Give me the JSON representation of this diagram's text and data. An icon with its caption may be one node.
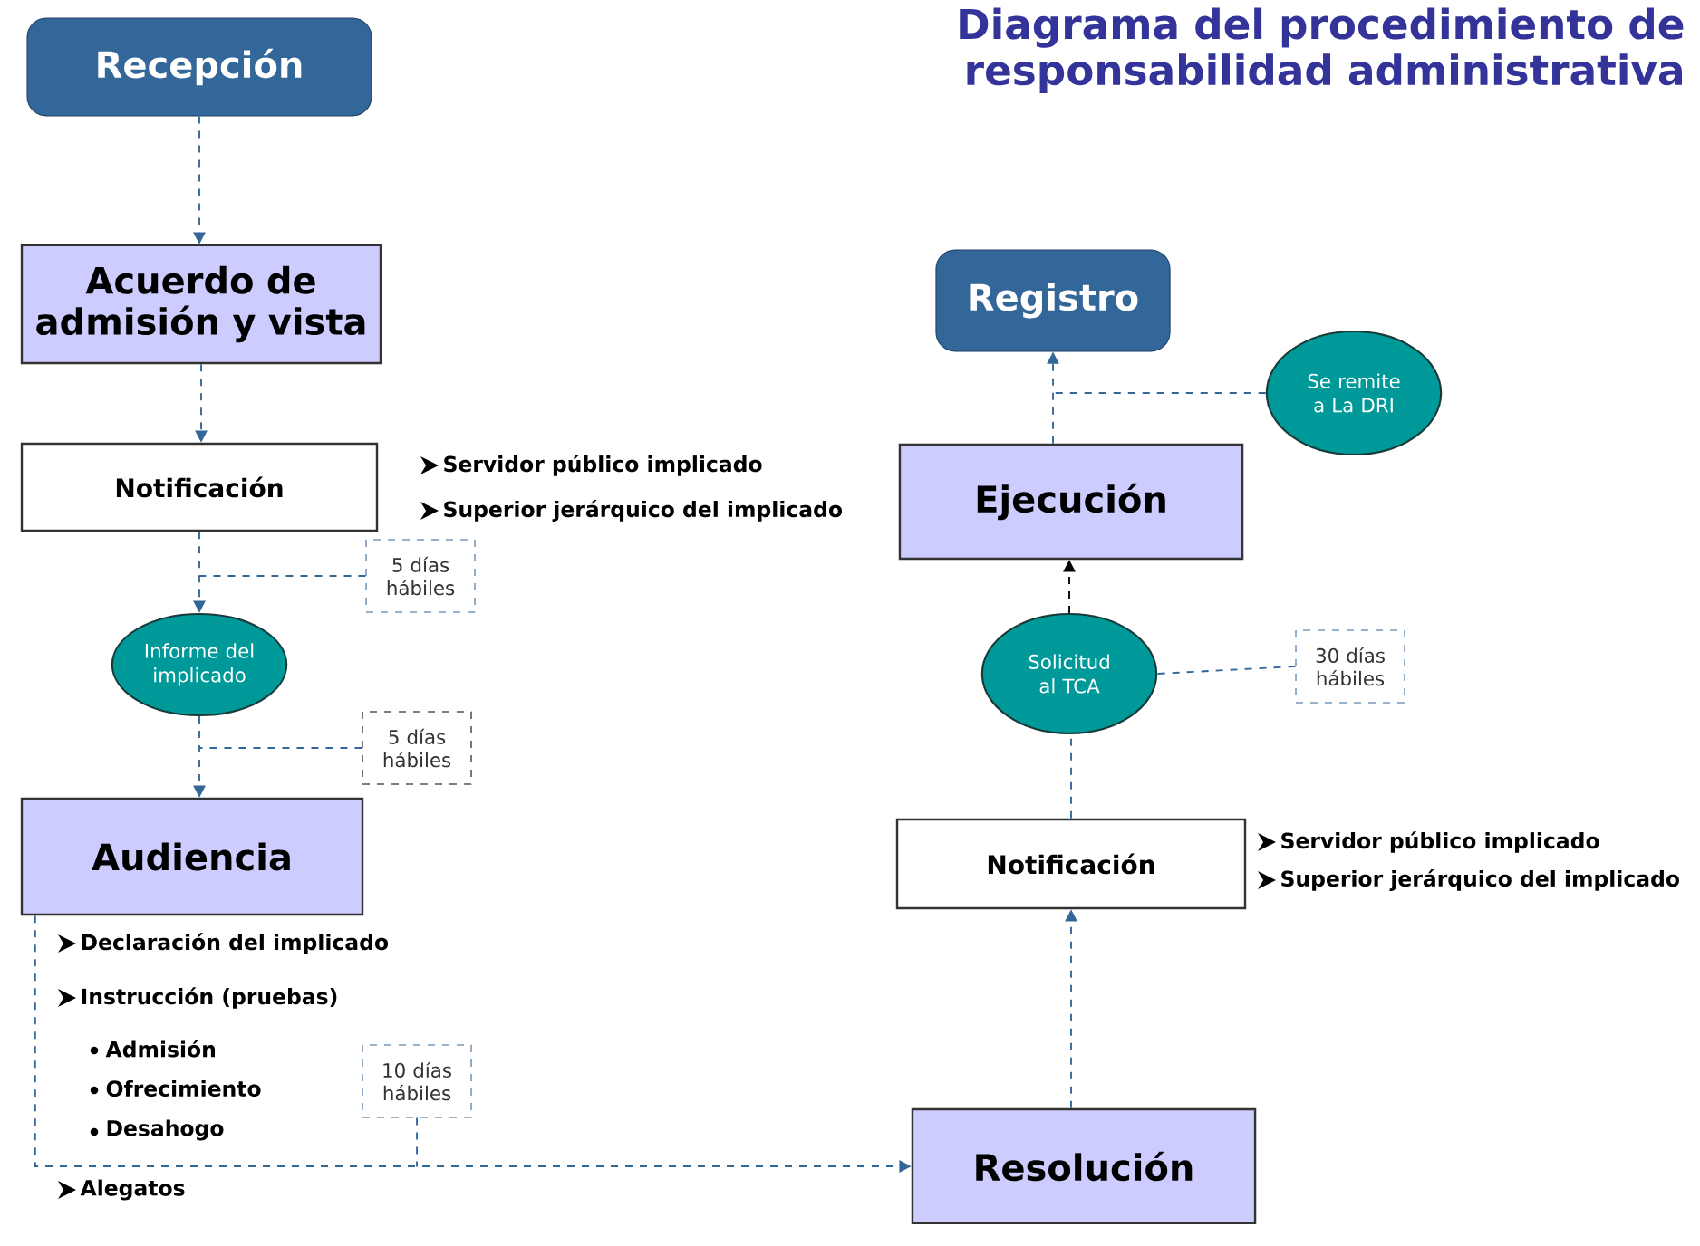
{
  "diagram": {
    "title": "Diagrama del procedimiento de responsabilidad administrativa",
    "nodes": [
      {
        "text": [
          "Recepción"
        ]
      },
      {
        "text": [
          "Acuerdo de admisión y vista"
        ]
      },
      {
        "text": [
          "Notificación"
        ],
        "beside": [
          "Servidor público implicado",
          "Superior jerárquico del implicado"
        ]
      },
      {
        "text": [
          "5 días hábiles"
        ]
      },
      {
        "text": [
          "Informe del implicado"
        ]
      },
      {
        "text": [
          "5 días hábiles"
        ]
      },
      {
        "text": [
          "Audiencia"
        ],
        "beside": [
          "Declaración del implicado",
          "Instrucción (pruebas)",
          "Admisión",
          "Ofrecimiento",
          "Desahogo",
          "Alegatos"
        ]
      },
      {
        "text": [
          "10 días hábiles"
        ]
      },
      {
        "text": [
          "Resolución"
        ]
      },
      {
        "text": [
          "Notificación"
        ],
        "beside": [
          "Servidor público implicado",
          "Superior jerárquico del implicado"
        ]
      },
      {
        "text": [
          "Solicitud al TCA"
        ]
      },
      {
        "text": [
          "30 días hábiles"
        ]
      },
      {
        "text": [
          "Ejecución"
        ]
      },
      {
        "text": [
          "Se remite a La DRI"
        ]
      },
      {
        "text": [
          "Registro"
        ]
      }
    ],
    "edges": [
      {
        "from": 0,
        "to": 1,
        "arrow": "to"
      },
      {
        "from": 1,
        "to": 2,
        "arrow": "to"
      },
      {
        "from": 2,
        "to": 4,
        "arrow": "to"
      },
      {
        "from": 3,
        "to": null,
        "arrow": "none"
      },
      {
        "from": 4,
        "to": 6,
        "arrow": "to"
      },
      {
        "from": 5,
        "to": null,
        "arrow": "none"
      },
      {
        "from": 6,
        "to": 8,
        "arrow": "to"
      },
      {
        "from": 7,
        "to": null,
        "arrow": "none"
      },
      {
        "from": 8,
        "to": 9,
        "arrow": "to"
      },
      {
        "from": 9,
        "to": 10,
        "arrow": "none"
      },
      {
        "from": 10,
        "to": 12,
        "arrow": "to",
        "color": "#000000"
      },
      {
        "from": 11,
        "to": 10,
        "arrow": "none"
      },
      {
        "from": 12,
        "to": 14,
        "arrow": "to"
      },
      {
        "from": 13,
        "to": null,
        "arrow": "none"
      }
    ]
  }
}
